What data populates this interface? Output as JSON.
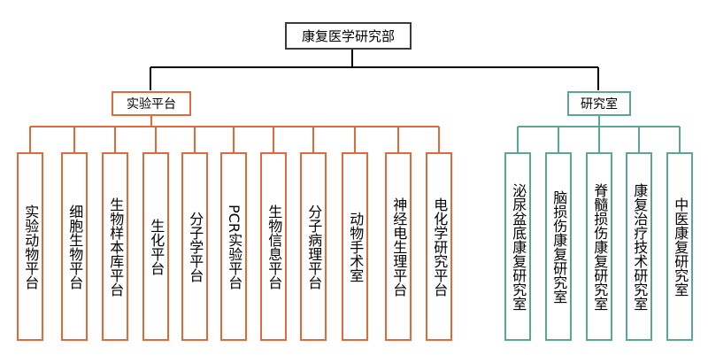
{
  "colors": {
    "root_border": "#3a3a3a",
    "root_line": "#000000",
    "lab_color": "#e06a3b",
    "research_color": "#5aa894"
  },
  "diagram": {
    "root": {
      "label": "康复医学研究部"
    },
    "branches": [
      {
        "id": "lab",
        "label": "实验平台",
        "color_key": "lab_color",
        "children": [
          "实验动物平台",
          "细胞生物平台",
          "生物样本库平台",
          "生化平台",
          "分子学平台",
          "PCR实验平台",
          "生物信息平台",
          "分子病理平台",
          "动物手术室",
          "神经电生理平台",
          "电化学研究平台"
        ]
      },
      {
        "id": "research",
        "label": "研究室",
        "color_key": "research_color",
        "children": [
          "泌尿盆底康复研究室",
          "脑损伤康复研究室",
          "脊髓损伤康复研究室",
          "康复治疗技术研究室",
          "中医康复研究室"
        ]
      }
    ]
  }
}
